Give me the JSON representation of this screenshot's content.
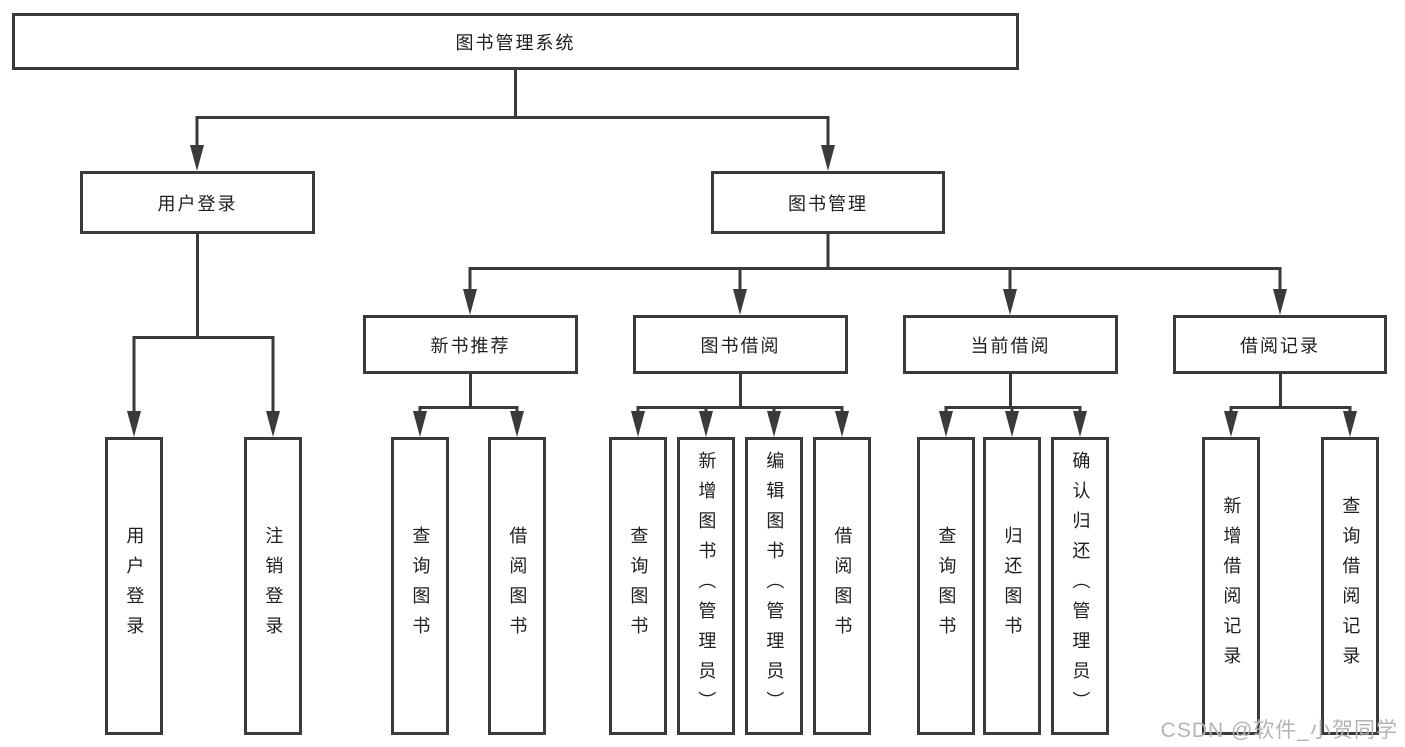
{
  "diagram": {
    "type": "hierarchy-tree",
    "root": {
      "label": "图书管理系统"
    },
    "branches": [
      {
        "label": "用户登录",
        "leaves": [
          {
            "label": "用户登录"
          },
          {
            "label": "注销登录"
          }
        ]
      },
      {
        "label": "图书管理",
        "groups": [
          {
            "label": "新书推荐",
            "leaves": [
              {
                "label": "查询图书"
              },
              {
                "label": "借阅图书"
              }
            ]
          },
          {
            "label": "图书借阅",
            "leaves": [
              {
                "label": "查询图书"
              },
              {
                "label": "新增图书（管理员）"
              },
              {
                "label": "编辑图书（管理员）"
              },
              {
                "label": "借阅图书"
              }
            ]
          },
          {
            "label": "当前借阅",
            "leaves": [
              {
                "label": "查询图书"
              },
              {
                "label": "归还图书"
              },
              {
                "label": "确认归还（管理员）"
              }
            ]
          },
          {
            "label": "借阅记录",
            "leaves": [
              {
                "label": "新增借阅记录"
              },
              {
                "label": "查询借阅记录"
              }
            ]
          }
        ]
      }
    ]
  },
  "watermark": {
    "text": "CSDN @软件_小贺同学"
  },
  "colors": {
    "line": "#3a3a3a",
    "text": "#1e1e1e",
    "watermark": "#b4b4b4",
    "background": "#ffffff"
  }
}
